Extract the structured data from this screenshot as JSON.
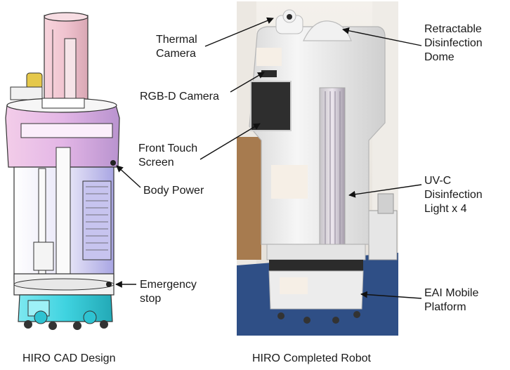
{
  "captions": {
    "cad": "HIRO CAD Design",
    "robot": "HIRO Completed Robot"
  },
  "callouts": {
    "thermal": [
      "Thermal",
      "Camera"
    ],
    "rgbd": "RGB-D Camera",
    "touch": [
      "Front Touch",
      "Screen"
    ],
    "body_power": "Body Power",
    "emergency": [
      "Emergency",
      "stop"
    ],
    "dome": [
      "Retractable",
      "Disinfection",
      "Dome"
    ],
    "uvc": [
      "UV-C",
      "Disinfection",
      "Light x 4"
    ],
    "eai": [
      "EAI Mobile",
      "Platform"
    ]
  },
  "colors": {
    "cad_top_cylinder": "#f2c9d3",
    "cad_head_band": "#e7b9e8",
    "cad_body_blue": "#c9c7f0",
    "cad_base_cyan": "#3fd3e0",
    "robot_body": "#eeeeee",
    "floor_blue": "#2f4f86",
    "callout_line": "#111111"
  }
}
